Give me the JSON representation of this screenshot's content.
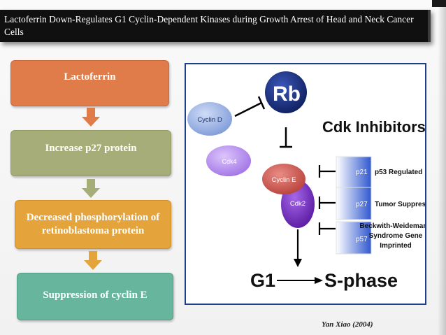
{
  "title": "Lactoferrin Down-Regulates G1 Cyclin-Dependent Kinases during Growth Arrest of Head and Neck Cancer Cells",
  "flow": {
    "step1": "Lactoferrin",
    "step2": "Increase p27 protein",
    "step3": "Decreased phosphorylation of retinoblastoma protein",
    "step4": "Suppression of cyclin E"
  },
  "diagram": {
    "rb": "Rb",
    "cyclin_d": "Cyclin D",
    "cdk4": "Cdk4",
    "cdk_inhibitors": "Cdk Inhibitors",
    "cyclin_e": "Cyclin E",
    "cdk2": "Cdk2",
    "inhibitors": [
      {
        "name": "p21",
        "desc": "p53 Regulated"
      },
      {
        "name": "p27",
        "desc": "Tumor Suppressor"
      },
      {
        "name": "p57",
        "desc": "Beckwith-Weidemann Syndrome Gene Imprinted"
      }
    ],
    "g1": "G1",
    "s_phase": "S-phase"
  },
  "citation": "Yan Xiao (2004)",
  "colors": {
    "title_bg": "#101010",
    "box1": "#e07c4a",
    "box2": "#a7ad78",
    "box3": "#e5a43b",
    "box4": "#66b59c",
    "rb": "#152b7a",
    "cyclin_d": "#9cb3e6",
    "cdk4": "#b98af0",
    "cyclin_e": "#cf5a52",
    "cdk2": "#7a2fc4",
    "inhibitor_box": "#3b63d6",
    "panel_border": "#1f3f8a"
  }
}
